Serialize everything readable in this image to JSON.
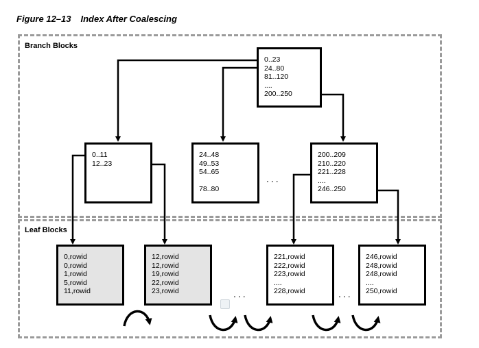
{
  "figure": {
    "number": "Figure 12–13",
    "title": "Index After Coalescing"
  },
  "regions": {
    "branch_label": "Branch Blocks",
    "leaf_label": "Leaf Blocks"
  },
  "branch_blocks": [
    {
      "id": "root",
      "entries": [
        "0..23",
        "24..80",
        "81..120",
        "....",
        "200..250"
      ]
    },
    {
      "id": "b1",
      "entries": [
        "0..11",
        "12..23"
      ]
    },
    {
      "id": "b2",
      "entries": [
        "24..48",
        "49..53",
        "54..65",
        "",
        "78..80"
      ]
    },
    {
      "id": "b3",
      "entries": [
        "200..209",
        "210..220",
        "221..228",
        "....",
        "246..250"
      ]
    }
  ],
  "leaf_blocks": [
    {
      "id": "l1",
      "shaded": true,
      "entries": [
        "0,rowid",
        "0,rowid",
        "1,rowid",
        "5,rowid",
        "11,rowid"
      ]
    },
    {
      "id": "l2",
      "shaded": true,
      "entries": [
        "12,rowid",
        "12,rowid",
        "19,rowid",
        "22,rowid",
        "23,rowid"
      ]
    },
    {
      "id": "l3",
      "shaded": false,
      "entries": [
        "221,rowid",
        "222,rowid",
        "223,rowid",
        "....",
        "228,rowid"
      ]
    },
    {
      "id": "l4",
      "shaded": false,
      "entries": [
        "246,rowid",
        "248,rowid",
        "248,rowid",
        "....",
        "250,rowid"
      ]
    }
  ],
  "ellipses": {
    "branch": "...",
    "leaf_left": "...",
    "leaf_right": "..."
  },
  "colors": {
    "region_border": "#9a9a9a",
    "shaded_block": "#e4e4e4",
    "lines": "#000000"
  }
}
